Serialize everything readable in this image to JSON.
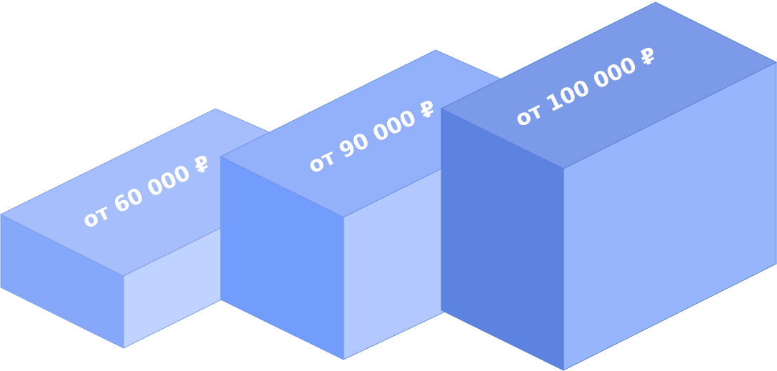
{
  "blocks": [
    {
      "label": "от 60 000 ₽"
    },
    {
      "label": "от 90 000 ₽"
    },
    {
      "label": "от 100 000 ₽"
    }
  ],
  "colors": {
    "block1_top": "#A6BFFC",
    "block1_left": "#86A8FB",
    "block1_right": "#C0D2FF",
    "block2_top": "#93B0FA",
    "block2_left": "#729DFD",
    "block2_right": "#B2C8FF",
    "block3_top": "#7B9BE9",
    "block3_left": "#5B83DF",
    "block3_right": "#97B5FA"
  }
}
